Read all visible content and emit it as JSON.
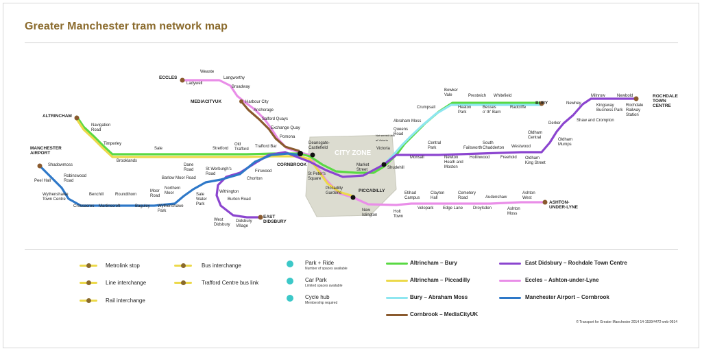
{
  "title": "Greater Manchester tram network map",
  "city_zone_label": "CITY ZONE",
  "colors": {
    "green": "#59d943",
    "yellow": "#ecd94a",
    "cyan": "#8ee6f0",
    "brown": "#8a5a2e",
    "purple": "#8b45cf",
    "pink": "#e98ee8",
    "blue": "#2e78c8",
    "cityzone": "#dcdcd0",
    "gold": "#8a6a2c"
  },
  "stations": [
    {
      "name": "ECCLES",
      "bold": true
    },
    {
      "name": "Ladywell"
    },
    {
      "name": "Weaste"
    },
    {
      "name": "Langworthy"
    },
    {
      "name": "Broadway"
    },
    {
      "name": "MEDIACITYUK",
      "bold": true
    },
    {
      "name": "Harbour City"
    },
    {
      "name": "Anchorage"
    },
    {
      "name": "Salford Quays"
    },
    {
      "name": "Exchange Quay"
    },
    {
      "name": "Pomona"
    },
    {
      "name": "ALTRINCHAM",
      "bold": true
    },
    {
      "name": "Navigation Road"
    },
    {
      "name": "Timperley"
    },
    {
      "name": "Brooklands"
    },
    {
      "name": "Sale"
    },
    {
      "name": "Dane Road"
    },
    {
      "name": "Stretford"
    },
    {
      "name": "Old Trafford"
    },
    {
      "name": "Trafford Bar"
    },
    {
      "name": "CORNBROOK",
      "bold": true
    },
    {
      "name": "MANCHESTER AIRPORT",
      "bold": true
    },
    {
      "name": "Shadowmoss"
    },
    {
      "name": "Peel Hall"
    },
    {
      "name": "Robinswood Road"
    },
    {
      "name": "Wythenshawe Town Centre"
    },
    {
      "name": "Benchill"
    },
    {
      "name": "Crossacres"
    },
    {
      "name": "Martinscroft"
    },
    {
      "name": "Roundthorn"
    },
    {
      "name": "Baguley"
    },
    {
      "name": "Moor Road"
    },
    {
      "name": "Wythenshawe Park"
    },
    {
      "name": "Northern Moor"
    },
    {
      "name": "Barlow Moor Road"
    },
    {
      "name": "Sale Water Park"
    },
    {
      "name": "St Werburgh's Road"
    },
    {
      "name": "Chorlton"
    },
    {
      "name": "Firswood"
    },
    {
      "name": "Withington"
    },
    {
      "name": "Burton Road"
    },
    {
      "name": "West Didsbury"
    },
    {
      "name": "Didsbury Village"
    },
    {
      "name": "EAST DIDSBURY",
      "bold": true
    },
    {
      "name": "Deansgate-Castlefield"
    },
    {
      "name": "St Peter's Square"
    },
    {
      "name": "Market Street"
    },
    {
      "name": "Shudehill"
    },
    {
      "name": "Victoria"
    },
    {
      "name": "Piccadilly Gardens"
    },
    {
      "name": "PICCADILLY",
      "bold": true
    },
    {
      "name": "New Islington"
    },
    {
      "name": "Holt Town"
    },
    {
      "name": "Etihad Campus"
    },
    {
      "name": "Velopark"
    },
    {
      "name": "Clayton Hall"
    },
    {
      "name": "Edge Lane"
    },
    {
      "name": "Cemetery Road"
    },
    {
      "name": "Droylsden"
    },
    {
      "name": "Audenshaw"
    },
    {
      "name": "Ashton Moss"
    },
    {
      "name": "Ashton West"
    },
    {
      "name": "ASHTON-UNDER-LYNE",
      "bold": true
    },
    {
      "name": "Queens Road"
    },
    {
      "name": "Abraham Moss"
    },
    {
      "name": "Crumpsall"
    },
    {
      "name": "Bowker Vale"
    },
    {
      "name": "Heaton Park"
    },
    {
      "name": "Prestwich"
    },
    {
      "name": "Besses o' th' Barn"
    },
    {
      "name": "Whitefield"
    },
    {
      "name": "Radcliffe"
    },
    {
      "name": "BURY",
      "bold": true
    },
    {
      "name": "Monsall"
    },
    {
      "name": "Central Park"
    },
    {
      "name": "Newton Heath and Moston"
    },
    {
      "name": "Failsworth"
    },
    {
      "name": "Hollinwood"
    },
    {
      "name": "South Chadderton"
    },
    {
      "name": "Freehold"
    },
    {
      "name": "Westwood"
    },
    {
      "name": "Oldham King Street"
    },
    {
      "name": "Oldham Central"
    },
    {
      "name": "Oldham Mumps"
    },
    {
      "name": "Derker"
    },
    {
      "name": "Shaw and Crompton"
    },
    {
      "name": "Newhey"
    },
    {
      "name": "Milnrow"
    },
    {
      "name": "Kingsway Business Park"
    },
    {
      "name": "Newbold"
    },
    {
      "name": "Rochdale Railway Station"
    },
    {
      "name": "ROCHDALE TOWN CENTRE",
      "bold": true
    },
    {
      "name": "Not served at Victoria"
    }
  ],
  "legend": {
    "symbols": [
      {
        "label": "Metrolink stop"
      },
      {
        "label": "Line interchange"
      },
      {
        "label": "Rail interchange"
      },
      {
        "label": "Bus interchange"
      },
      {
        "label": "Trafford Centre bus link"
      }
    ],
    "facilities": [
      {
        "label": "Park + Ride",
        "sub": "Number of spaces available"
      },
      {
        "label": "Car Park",
        "sub": "Limited spaces available"
      },
      {
        "label": "Cycle hub",
        "sub": "Membership required"
      }
    ],
    "lines": [
      {
        "label": "Altrincham – Bury",
        "color": "#59d943"
      },
      {
        "label": "Altrincham – Piccadilly",
        "color": "#ecd94a"
      },
      {
        "label": "Bury – Abraham Moss",
        "color": "#8ee6f0"
      },
      {
        "label": "Cornbrook – MediaCityUK",
        "color": "#8a5a2e"
      },
      {
        "label": "East Didsbury – Rochdale Town Centre",
        "color": "#8b45cf"
      },
      {
        "label": "Eccles – Ashton-under-Lyne",
        "color": "#e98ee8"
      },
      {
        "label": "Manchester Airport – Cornbrook",
        "color": "#2e78c8"
      }
    ]
  },
  "copyright": "© Transport for Greater Manchester 2014   14-1539/4472-web-0914"
}
